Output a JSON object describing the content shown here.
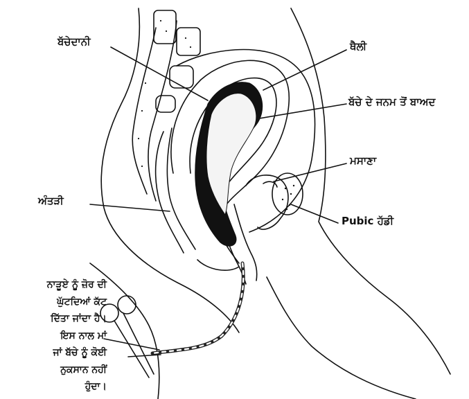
{
  "labels": {
    "uterus": "ਬੱਚੇਦਾਨੀ",
    "sac": "ਥੈਲੀ",
    "after_birth": "ਬੱਚੇ ਦੇ ਜਨਮ ਤੋਂ ਬਾਅਦ",
    "bladder": "ਮਸਾਣਾ",
    "intestine": "ਅੰਤੜੀ",
    "pubic_bone": "Pubic ਹੱਡੀ"
  },
  "note": {
    "lines": [
      "ਨਾੜੂਏ ਨੂੰ ਜ਼ੋਰ ਦੀ",
      "ਘੁੱਟਦਿਆਂ ਕੱਟ",
      "ਦਿੱਤਾ ਜਾਂਦਾ ਹੈ।",
      "ਇਸ ਨਾਲ ਮਾਂ",
      "ਜਾਂ ਬੱਚੇ ਨੂੰ ਕੋਈ",
      "ਨੁਕਸਾਨ ਨਹੀਂ",
      "ਹੁੰਦਾ।"
    ]
  },
  "colors": {
    "ink": "#111111",
    "paper": "#ffffff"
  }
}
